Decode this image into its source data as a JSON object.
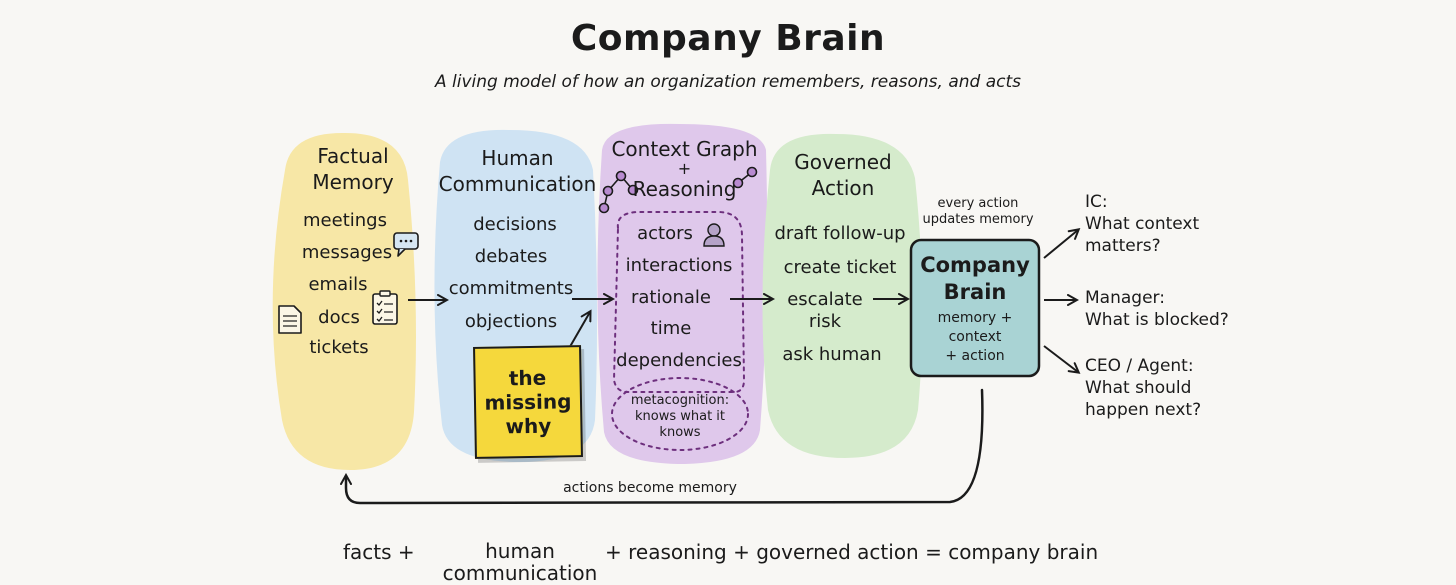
{
  "title": "Company Brain",
  "subtitle": "A living model of how an organization remembers, reasons, and acts",
  "columns": {
    "factual": {
      "title_line1": "Factual",
      "title_line2": "Memory",
      "items": [
        "meetings",
        "messages",
        "emails",
        "docs",
        "tickets"
      ],
      "color": "#f7e7a6"
    },
    "human": {
      "title_line1": "Human",
      "title_line2": "Communication",
      "items": [
        "decisions",
        "debates",
        "commitments",
        "objections"
      ],
      "color": "#cfe3f3"
    },
    "context": {
      "title_line1": "Context Graph",
      "title_line2": "+",
      "title_line3": "Reasoning",
      "items": [
        "actors",
        "interactions",
        "rationale",
        "time",
        "dependencies"
      ],
      "metacognition": "metacognition:\nknows what it\nknows",
      "color": "#dfc8eb"
    },
    "governed": {
      "title_line1": "Governed",
      "title_line2": "Action",
      "items": [
        "draft follow-up",
        "create ticket",
        "escalate",
        "risk",
        "ask human"
      ],
      "color": "#d5ebcc"
    }
  },
  "sticky_note": "the\nmissing\nwhy",
  "sticky_color": "#f5d83c",
  "company_brain": {
    "title_line1": "Company",
    "title_line2": "Brain",
    "sub_line1": "memory +",
    "sub_line2": "context",
    "sub_line3": "+ action",
    "note_line1": "every action",
    "note_line2": "updates memory",
    "color": "#a9d3d4"
  },
  "outputs": [
    {
      "role": "IC:",
      "question_line1": "What context",
      "question_line2": "matters?"
    },
    {
      "role": "Manager:",
      "question_line1": "What is blocked?",
      "question_line2": ""
    },
    {
      "role": "CEO / Agent:",
      "question_line1": "What should",
      "question_line2": "happen next?"
    }
  ],
  "feedback_label": "actions become memory",
  "equation": {
    "facts": "facts +",
    "human_line1": "human",
    "human_line2": "communication",
    "rest": "+ reasoning + governed action = company brain"
  },
  "icons": [
    "chat-bubble-icon",
    "document-icon",
    "checklist-icon",
    "person-icon",
    "graph-node-icon"
  ]
}
